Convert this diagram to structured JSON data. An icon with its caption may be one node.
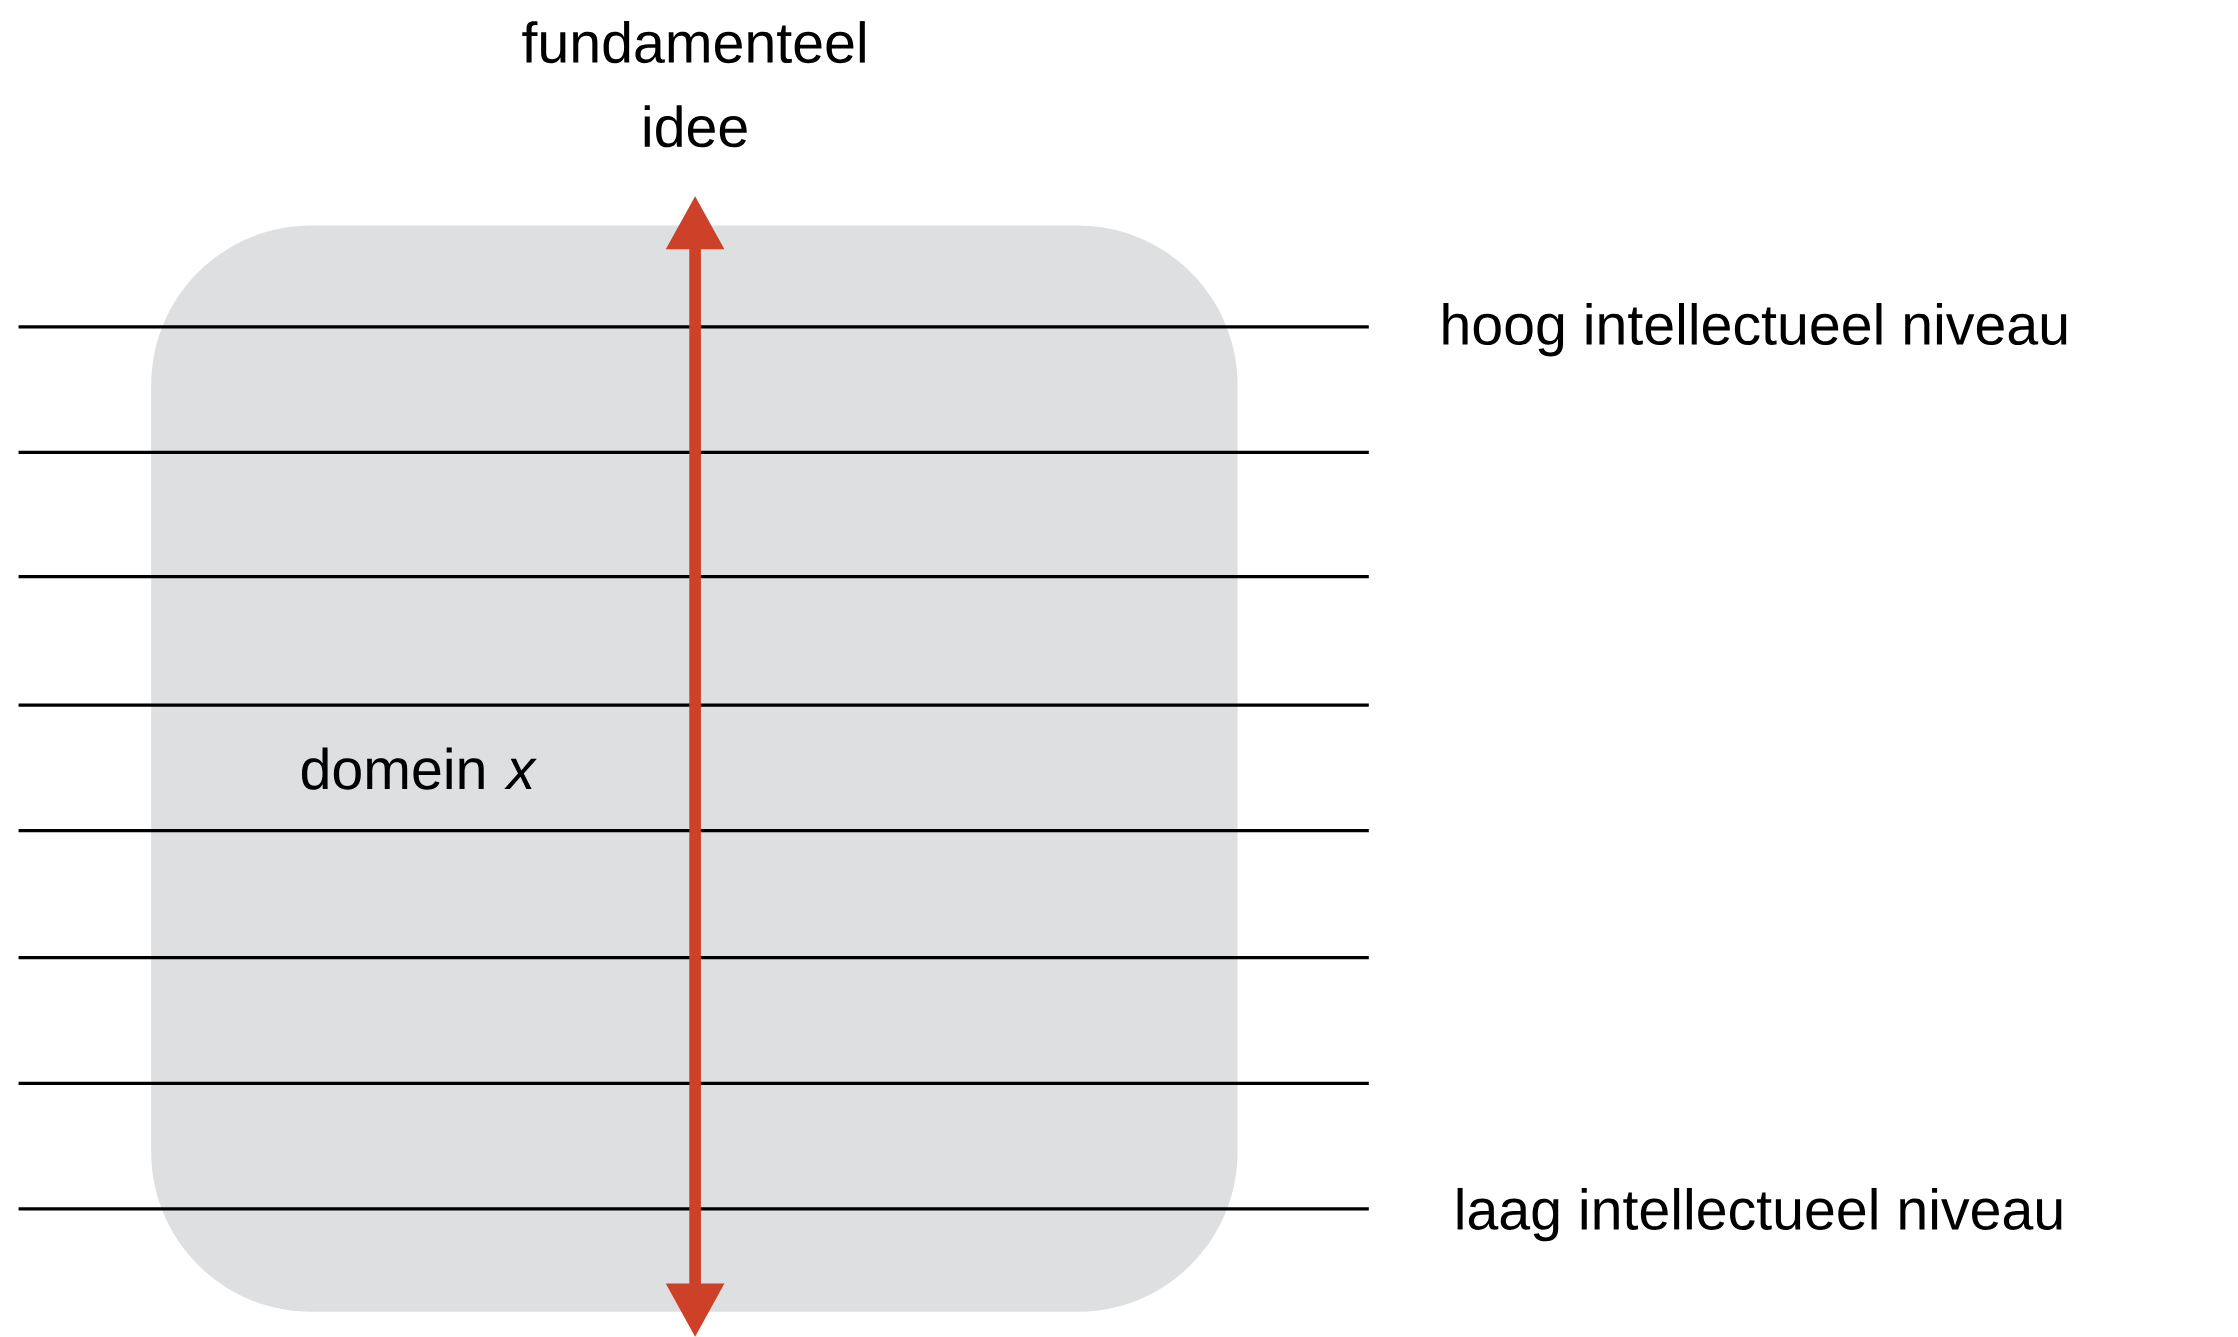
{
  "diagram": {
    "nodes": [
      {
        "text": [
          "domein *x*"
        ]
      }
    ],
    "labels": [
      "fundamenteel idee",
      "hoog intellectueel niveau",
      "laag intellectueel niveau"
    ]
  }
}
